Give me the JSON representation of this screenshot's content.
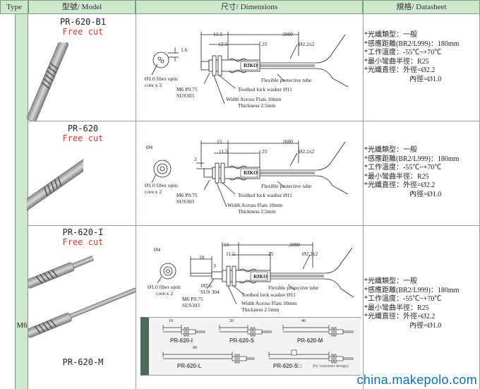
{
  "header": {
    "type": "Type",
    "model": "型號/ Model",
    "dimensions": "尺寸/ Dimensions",
    "datasheet": "規格/ Datasheet"
  },
  "type_label": "M6",
  "rows": [
    {
      "model": "PR-620-B1",
      "sub": "Free cut",
      "dims": {
        "len_total": "2000",
        "len_a": "13.5",
        "len_b": "12.5",
        "len_c": "25",
        "cable": "Ø2.2x2",
        "tip": "1.6",
        "fiber": "Ø1.0 fiber optic",
        "core": "core x 2",
        "thread": "M6 P0.75",
        "mat": "SUS303",
        "tube": "Flexible protective tube",
        "washer": "Toothed lock washer Ø11",
        "flats": "Width Across Flats 10mm",
        "thick": "Thickness 2.5mm"
      },
      "spec": [
        "*光纖類型：一般",
        "*感應距離(BR2/L999)：180mm",
        "*工作溫度：-55℃~+70℃",
        "*最小彎曲半徑：R25",
        "*光纖直徑：外徑=Ø2.2",
        "內徑=Ø1.0"
      ]
    },
    {
      "model": "PR-620",
      "sub": "Free cut",
      "dims": {
        "len_total": "2000",
        "len_a": "15",
        "len_b": "11.5",
        "len_c": "25",
        "cable": "Ø2.2x2",
        "tip": "Ø4",
        "tip2": "3",
        "fiber": "Ø1.0 fiber optic",
        "core": "core x 2",
        "thread": "M6 P0.75",
        "mat": "SUS303",
        "tube": "Flexible protective tube",
        "washer": "Toothed lock washer Ø11",
        "flats": "Width Across Flats 10mm",
        "thick": "Thickness 2.5mm"
      },
      "spec": [
        "*光纖類型：一般",
        "*感應距離(BR2/L999)：180mm",
        "*工作溫度：-55℃~+70℃",
        "*最小彎曲半徑：R25",
        "*光纖直徑：外徑=Ø2.2",
        "內徑=Ø1.0"
      ]
    },
    {
      "model": "PR-620-I",
      "sub": "Free cut",
      "model2": "PR-620-M",
      "dims": {
        "len_total": "2000",
        "len_a": "15",
        "len_b": "11.5",
        "len_c": "25",
        "len_d": "10",
        "len_e": "3",
        "cable": "Ø2.2x2",
        "tip": "Ø4",
        "fiber": "Ø1.0 fiber optic",
        "core": "core x 2",
        "tube_d": "Ø2.6",
        "tube_m": "SUS 304",
        "thread": "M6 P0.75",
        "mat": "SUS303",
        "tube": "Flexible protective tube",
        "washer": "Toothed lock washer Ø11",
        "flats": "Width Across Flats 10mm",
        "thick": "Thickness 2.5mm"
      },
      "inset": {
        "i": "PR-620-I",
        "s": "PR-620-S",
        "m": "PR-620-M",
        "l": "PR-620-L",
        "sq": "PR-620-S□",
        "cust": "(by customer design)",
        "n10": "10",
        "n20": "20",
        "n40": "40",
        "n90": "90"
      },
      "spec": [
        "*光纖類型：一般",
        "*感應距離(BR2/L999)：180mm",
        "*工作溫度：-55℃~+70℃",
        "*最小彎曲半徑：R25",
        "*光纖直徑：外徑=Ø2.2",
        "內徑=Ø1.0"
      ]
    }
  ],
  "brand": "RIKO",
  "watermark": "china.makepolo.com"
}
